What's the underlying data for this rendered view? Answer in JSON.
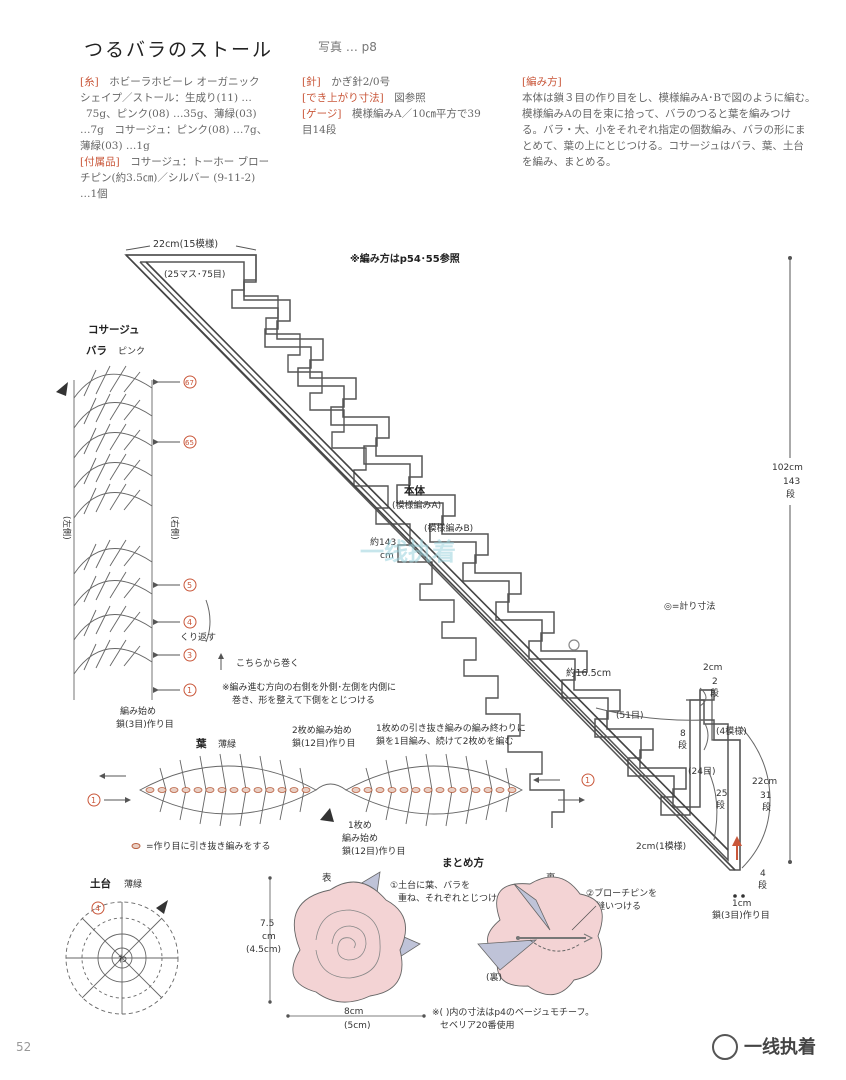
{
  "header": {
    "title": "つるバラのストール",
    "photo_ref": "写真 … p8"
  },
  "materials": {
    "yarn_label": "[糸]",
    "yarn_lines": [
      "ホビーラホビーレ オーガニック",
      "シェイプ／ストール：生成り(11) …",
      "75g、ピンク(08) …35g、薄緑(03)",
      "…7g　コサージュ：ピンク(08) …7g、",
      "薄緑(03) …1g"
    ],
    "accessory_label": "[付属品]",
    "accessory_lines": [
      "コサージュ：トーホー ブロー",
      "チピン(約3.5㎝)／シルバー (9-11-2)",
      "…1個"
    ]
  },
  "specs": {
    "needle_label": "[針]",
    "needle": "かぎ針2/0号",
    "size_label": "[でき上がり寸法]",
    "size": "図参照",
    "gauge_label": "[ゲージ]",
    "gauge_lines": [
      "模様編みA／10㎝平方で39",
      "目14段"
    ]
  },
  "method": {
    "label": "[編み方]",
    "lines": [
      "本体は鎖３目の作り目をし、模様編みA･Bで図のように編む。",
      "模様編みAの目を束に拾って、バラのつると葉を編みつけ",
      "る。バラ・大、小をそれぞれ指定の個数編み、バラの形にま",
      "とめて、葉の上にとじつける。コサージュはバラ、葉、土台",
      "を編み、まとめる。"
    ]
  },
  "stole": {
    "ref_note": "※編み方はp54･55参照",
    "top_width": "22cm(15模様)",
    "top_stitches": "(25マス･75目)",
    "body_label": "本体",
    "pattern_a": "(模様編みA)",
    "pattern_b": "(模様編みB)",
    "diag_1": "約143",
    "diag_1_unit": "cm",
    "diag_2": "約16.5cm",
    "measure_note": "◎=計り寸法",
    "height_1": "102cm",
    "height_2": "143",
    "height_3": "段",
    "m_2cm": "2cm",
    "m_2dan_a": "2",
    "m_2dan_b": "段",
    "m_51": "(51目)",
    "m_8a": "8",
    "m_8b": "段",
    "m_4mo": "(4模様)",
    "m_24": "(24目)",
    "m_22cm": "22cm",
    "m_31a": "31",
    "m_31b": "段",
    "m_25a": "25",
    "m_25b": "段",
    "m_2cm1": "2cm(1模様)",
    "m_4dan_a": "4",
    "m_4dan_b": "段",
    "m_1cm": "1cm",
    "m_chain": "鎖(3目)作り目"
  },
  "corsage": {
    "title": "コサージュ",
    "rose_label": "バラ",
    "rose_color": "ピンク",
    "row_67": "67",
    "row_65": "65",
    "row_5": "5",
    "row_4": "4",
    "row_3": "3",
    "row_1": "1",
    "left_side": "(左側)",
    "right_side": "(右側)",
    "fold_back": "くり返す",
    "roll_from": "こちらから巻く",
    "note_1": "※編み進む方向の右側を外側･左側を内側に",
    "note_2": "巻き、形を整えて下側をとじつける",
    "start_1": "編み始め",
    "start_2": "鎖(3目)作り目"
  },
  "leaf": {
    "label": "葉",
    "color": "薄緑",
    "second_1": "2枚め編み始め",
    "second_2": "鎖(12目)作り目",
    "first_end_1": "1枚めの引き抜き編みの編み終わりに",
    "first_end_2": "鎖を1目編み、続けて2枚めを編む",
    "first_1": "1枚め",
    "first_2": "編み始め",
    "first_3": "鎖(12目)作り目",
    "slip_note": "=作り目に引き抜き編みをする",
    "row_1": "1"
  },
  "base": {
    "label": "土台",
    "color": "薄緑",
    "ring": "わ",
    "row_4": "4"
  },
  "finish": {
    "title": "まとめ方",
    "front": "表",
    "back": "裏",
    "step1_1": "①土台に葉、バラを",
    "step1_2": "重ね、それぞれとじつける",
    "step2_1": "②ブローチピンを",
    "step2_2": "縫いつける",
    "back_small": "(裏)",
    "h1": "7.5",
    "h2": "cm",
    "h3": "(4.5cm)",
    "w1": "8cm",
    "w2": "(5cm)",
    "note_1": "※( )内の寸法はp4のベージュモチーフ。",
    "note_2": "セベリア20番使用"
  },
  "footer": {
    "page": "52",
    "watermark": "一线执着",
    "center_watermark": "一线执着"
  },
  "colors": {
    "accent": "#c9573a",
    "line": "#555555",
    "rose_pink": "#f3d3d4",
    "leaf_gray": "#bfc3d8",
    "chain_brown": "#b85f3f"
  }
}
